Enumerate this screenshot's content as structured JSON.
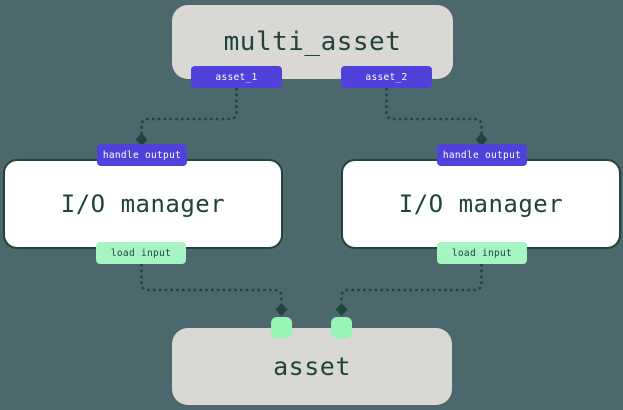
{
  "colors": {
    "background": "#4d686d",
    "surface": "#d9d8d5",
    "ink": "#1f443c",
    "purple": "#4f42db",
    "mint": "#a5f4c1",
    "handle-green": "#96f5b4",
    "white": "#ffffff"
  },
  "nodes": {
    "multi_asset": {
      "label": "multi_asset",
      "outputs": [
        "asset_1",
        "asset_2"
      ]
    },
    "io_manager_left": {
      "label": "I/O manager",
      "input_tag": "handle output",
      "output_tag": "load input"
    },
    "io_manager_right": {
      "label": "I/O manager",
      "input_tag": "handle output",
      "output_tag": "load input"
    },
    "asset": {
      "label": "asset",
      "input_handles": 2
    }
  },
  "edges": [
    {
      "from": "multi_asset:asset_1",
      "to": "io_manager_left:handle output",
      "style": "dashed-diamond"
    },
    {
      "from": "multi_asset:asset_2",
      "to": "io_manager_right:handle output",
      "style": "dashed-diamond"
    },
    {
      "from": "io_manager_left:load input",
      "to": "asset:input_1",
      "style": "dashed-diamond"
    },
    {
      "from": "io_manager_right:load input",
      "to": "asset:input_2",
      "style": "dashed-diamond"
    }
  ]
}
